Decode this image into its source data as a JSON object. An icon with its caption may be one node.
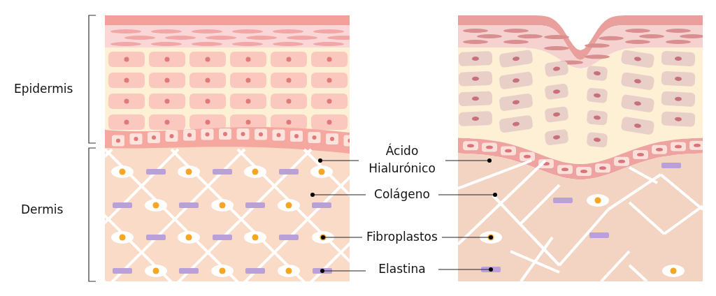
{
  "diagram": {
    "nodes": [
      {
        "text": [
          "Ácido Hialurónico"
        ]
      },
      {
        "text": [
          "Colágeno"
        ]
      },
      {
        "text": [
          "Fibroplastos"
        ]
      },
      {
        "text": [
          "Elastina"
        ]
      },
      {
        "text": [],
        "shape": "ellipse"
      },
      {
        "text": [],
        "shape": "ellipse"
      },
      {
        "text": [],
        "shape": "bar"
      },
      {
        "text": [],
        "shape": "bar"
      }
    ],
    "edges": [
      {
        "from": 0,
        "to": null,
        "arrow": "other"
      },
      {
        "from": 0,
        "to": null,
        "arrow": "other"
      },
      {
        "from": 1,
        "to": null,
        "arrow": "other"
      },
      {
        "from": 1,
        "to": null,
        "arrow": "other"
      },
      {
        "from": 2,
        "to": 4,
        "arrow": "other"
      },
      {
        "from": 2,
        "to": 5,
        "arrow": "other"
      },
      {
        "from": 3,
        "to": 6,
        "arrow": "other"
      },
      {
        "from": 3,
        "to": 7,
        "arrow": "other"
      }
    ],
    "labels": [
      "Epidermis",
      "Dermis"
    ]
  }
}
